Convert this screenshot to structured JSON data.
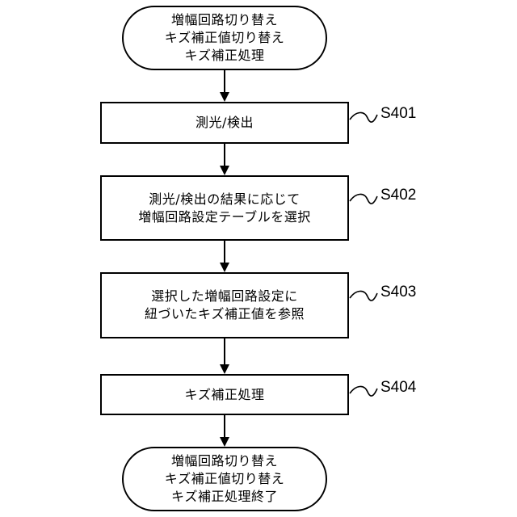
{
  "start": {
    "lines": [
      "増幅回路切り替え",
      "キズ補正値切り替え",
      "キズ補正処理"
    ]
  },
  "steps": [
    {
      "label": "S401",
      "lines": [
        "測光/検出"
      ]
    },
    {
      "label": "S402",
      "lines": [
        "測光/検出の結果に応じて",
        "増幅回路設定テーブルを選択"
      ]
    },
    {
      "label": "S403",
      "lines": [
        "選択した増幅回路設定に",
        "紐づいたキズ補正値を参照"
      ]
    },
    {
      "label": "S404",
      "lines": [
        "キズ補正処理"
      ]
    }
  ],
  "end": {
    "lines": [
      "増幅回路切り替え",
      "キズ補正値切り替え",
      "キズ補正処理終了"
    ]
  }
}
